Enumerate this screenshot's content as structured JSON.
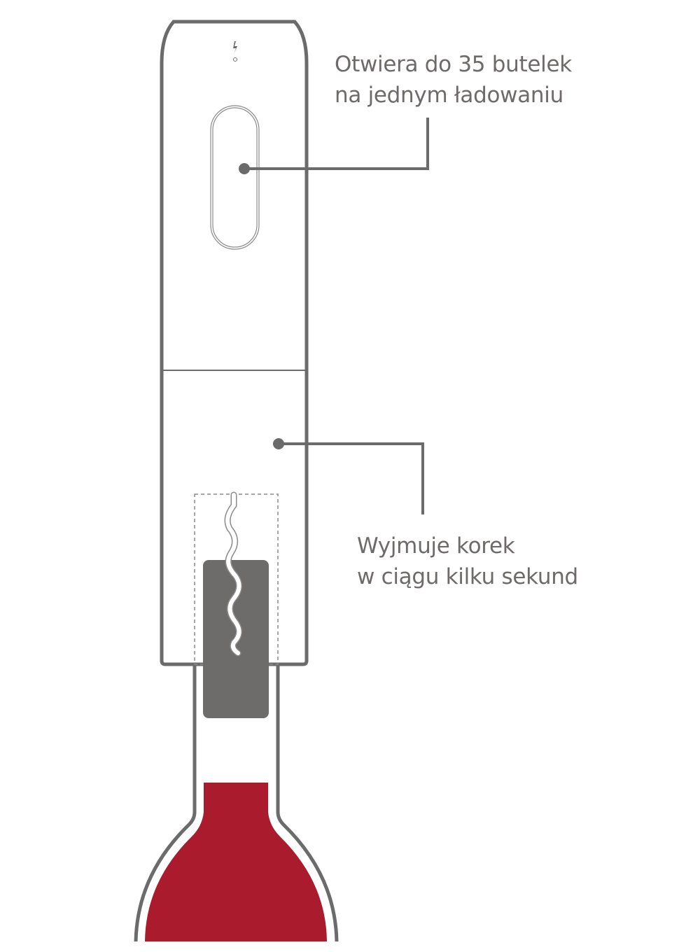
{
  "callouts": [
    {
      "id": "battery",
      "lines": [
        "Otwiera do 35 butelek",
        "na jednym ładowaniu"
      ],
      "target": "power-button"
    },
    {
      "id": "speed",
      "lines": [
        "Wyjmuje korek",
        "w ciągu kilku sekund"
      ],
      "target": "lower-body"
    }
  ],
  "icons": {
    "charge": "lightning-bolt-icon",
    "indicator": "led-ring-icon"
  },
  "colors": {
    "outline": "#6b6b6b",
    "text": "#6f6a6a",
    "cork": "#6e6b6b",
    "wine": "#a91b2d",
    "background": "#ffffff"
  }
}
